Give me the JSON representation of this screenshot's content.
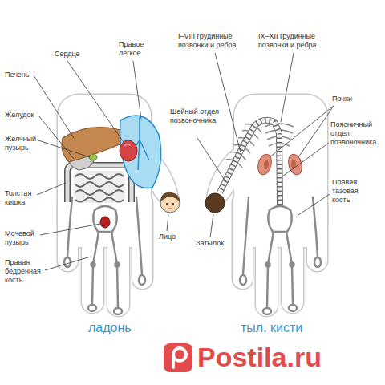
{
  "diagram": {
    "labels": [
      "Печень",
      "Сердце",
      "Правое легкое",
      "Желудок",
      "Желчный пузырь",
      "Толстая кишка",
      "Мочевой пузырь",
      "Правая бедренная кость",
      "Лицо",
      "I–VIII грудинные позвонки и ребра",
      "Шейный отдел позвоночника",
      "Затылок",
      "IX–XII грудинные позвонки и ребра",
      "Почки",
      "Поясничный отдел позвоночника",
      "Правая тазовая кость",
      "ладонь",
      "тыл. кисти",
      "Postila.ru"
    ]
  }
}
